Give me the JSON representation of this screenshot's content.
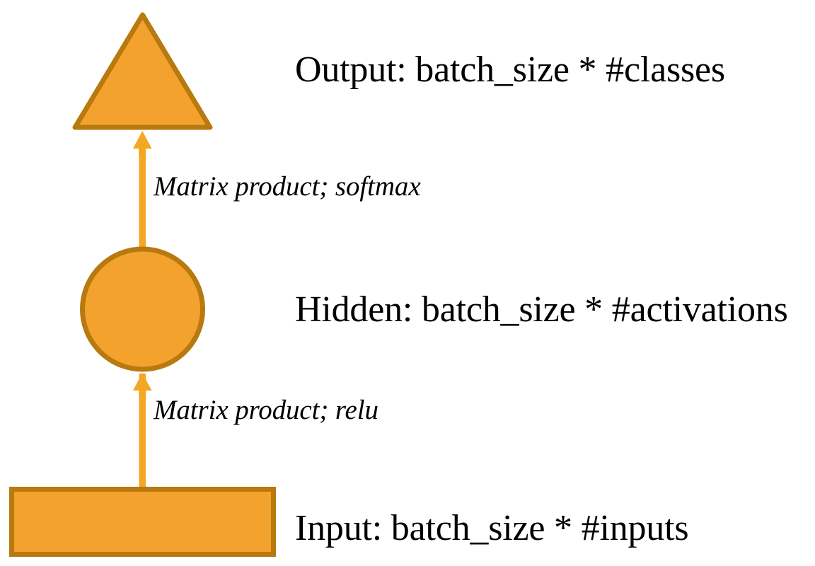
{
  "diagram": {
    "title": "Neural network layer diagram",
    "type": "flow-diagram",
    "orientation": "bottom-to-top",
    "colors": {
      "shape_fill": "#F2A22D",
      "shape_stroke": "#B8790F",
      "arrow": "#F5A623",
      "text": "#000000",
      "background": "#FFFFFF"
    },
    "nodes": [
      {
        "id": "output",
        "shape": "triangle",
        "label": "Output: batch_size * #classes"
      },
      {
        "id": "hidden",
        "shape": "circle",
        "label": "Hidden: batch_size * #activations"
      },
      {
        "id": "input",
        "shape": "rectangle",
        "label": "Input: batch_size * #inputs"
      }
    ],
    "edges": [
      {
        "id": "hidden-to-output",
        "from": "hidden",
        "to": "output",
        "label": "Matrix product; softmax"
      },
      {
        "id": "input-to-hidden",
        "from": "input",
        "to": "hidden",
        "label": "Matrix product; relu"
      }
    ]
  }
}
